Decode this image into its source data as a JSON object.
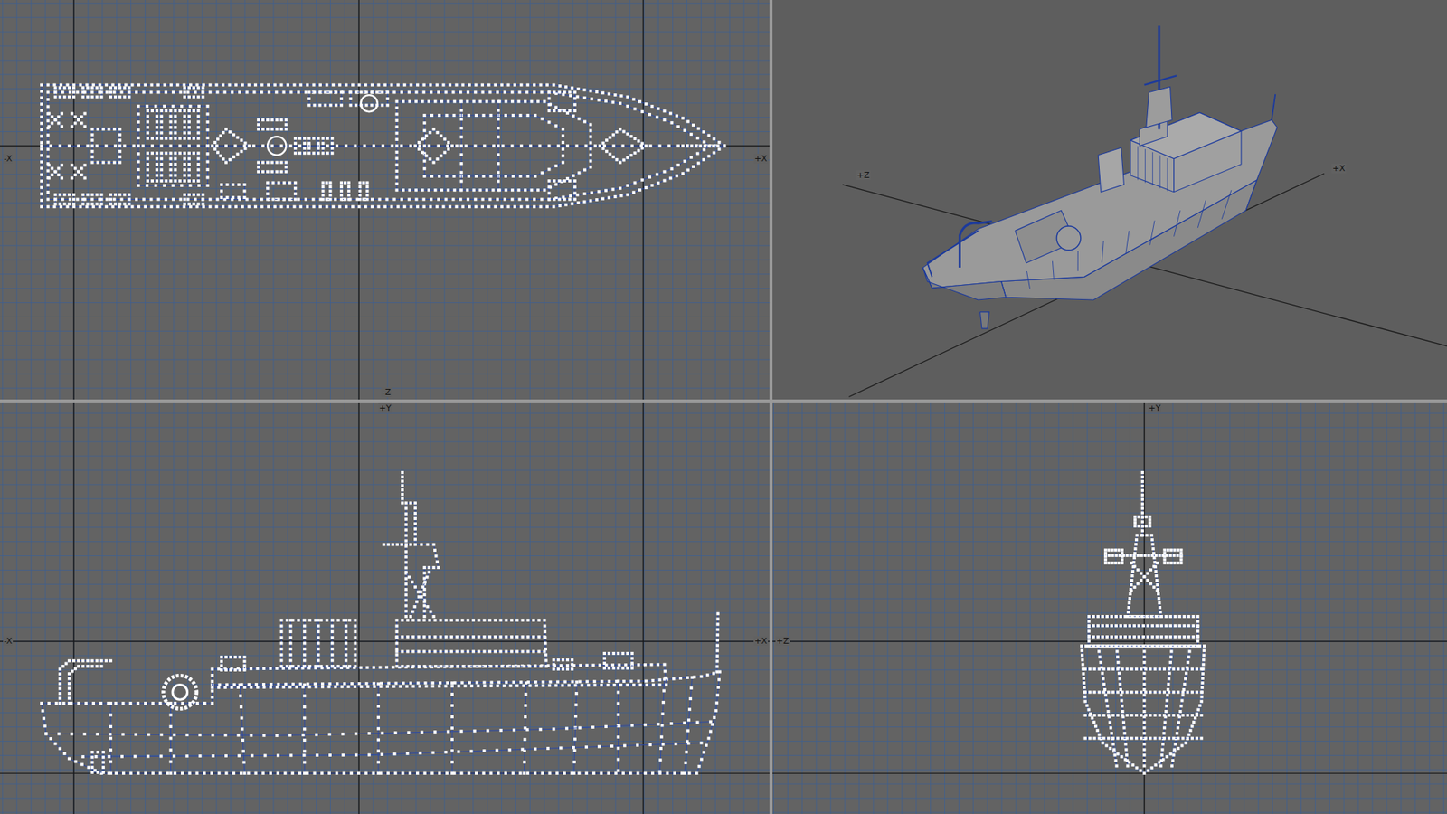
{
  "diagram": {
    "labels": [
      "-X",
      "+X",
      "-Z",
      "+Z",
      "+X",
      "+Y",
      "-X",
      "+X",
      "+Z",
      "+Y"
    ]
  }
}
